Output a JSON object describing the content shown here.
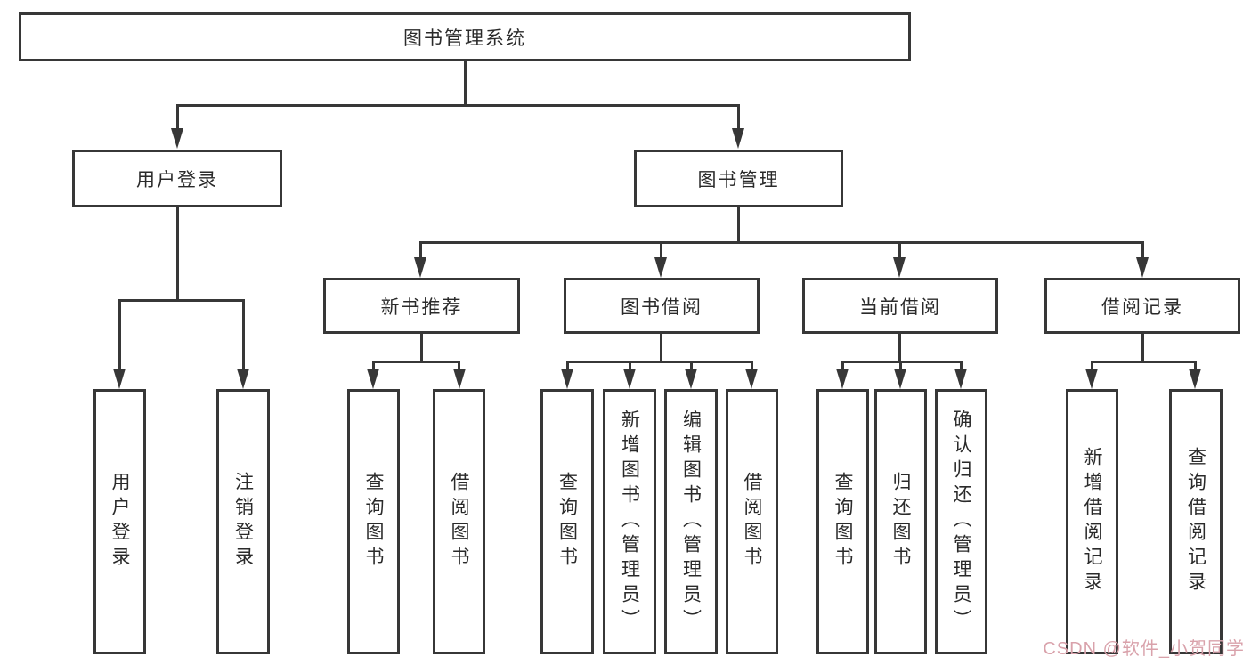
{
  "tree": {
    "label": "图书管理系统",
    "children": [
      {
        "label": "用户登录",
        "children": [
          {
            "label": "用户登录"
          },
          {
            "label": "注销登录"
          }
        ]
      },
      {
        "label": "图书管理",
        "children": [
          {
            "label": "新书推荐",
            "children": [
              {
                "label": "查询图书"
              },
              {
                "label": "借阅图书"
              }
            ]
          },
          {
            "label": "图书借阅",
            "children": [
              {
                "label": "查询图书"
              },
              {
                "label": "新增图书（管理员）"
              },
              {
                "label": "编辑图书（管理员）"
              },
              {
                "label": "借阅图书"
              }
            ]
          },
          {
            "label": "当前借阅",
            "children": [
              {
                "label": "查询图书"
              },
              {
                "label": "归还图书"
              },
              {
                "label": "确认归还（管理员）"
              }
            ]
          },
          {
            "label": "借阅记录",
            "children": [
              {
                "label": "新增借阅记录"
              },
              {
                "label": "查询借阅记录"
              }
            ]
          }
        ]
      }
    ]
  },
  "watermark": {
    "text": "CSDN @软件_小贺同学"
  },
  "colors": {
    "line": "#373737",
    "text": "#2a2a2a",
    "watermark_pink": "#d9a2ab",
    "background": "#ffffff"
  }
}
